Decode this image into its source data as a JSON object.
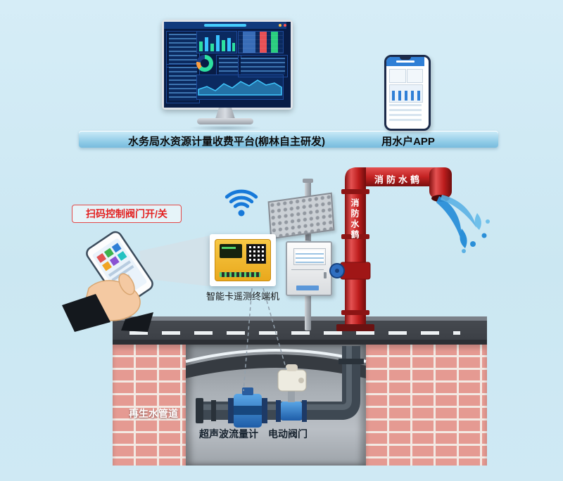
{
  "platform": {
    "left_label": "水务局水资源计量收费平台(柳林自主研发)",
    "right_label": "用水户APP"
  },
  "annotations": {
    "scan_control": "扫码控制阀门开/关",
    "smart_terminal": "智能卡遥测终端机",
    "reclaimed_pipe": "再生水管道",
    "flow_meter": "超声波流量计",
    "electric_valve": "电动阀门"
  },
  "hydrant": {
    "horizontal_text": "消防水鹤",
    "vertical_text": "消防水鹤"
  },
  "colors": {
    "background": "#cfe9f4",
    "banner_blue": "#8cc9e6",
    "wifi_blue": "#1779d9",
    "pipe_red": "#c32222",
    "water_blue": "#2a8fd8",
    "meter_blue": "#2f7fd6",
    "brick_pink": "#e59a92",
    "terminal_yellow": "#f0b030"
  },
  "icons": {
    "wifi": "wifi-icon",
    "solar_panel": "solar-panel",
    "water_splash": "water-splash-icon",
    "qr_code": "qr-code-icon"
  }
}
